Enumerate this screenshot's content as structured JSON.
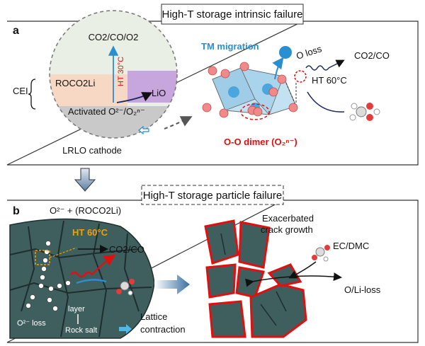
{
  "panel_a": {
    "letter": "a",
    "title": "High-T storage intrinsic failure",
    "products_top": "CO2/CO/O2",
    "ht_label": "HT 30°C",
    "cei_label": "CEI",
    "roco2li": "ROCO2Li",
    "lio": "LiO",
    "activated": "Activated O²⁻/O₂ⁿ⁻",
    "cathode": "LRLO cathode",
    "tm_migration": "TM migration",
    "o_loss": "O loss",
    "co2_co": "CO2/CO",
    "ht_60": "HT 60°C",
    "dimer": "O-O dimer (O₂ⁿ⁻)"
  },
  "panel_b": {
    "letter": "b",
    "title": "High-T storage particle failure",
    "top_formula": "O²⁻ + (ROCO2Li)",
    "ht_60": "HT 60°C",
    "co2_co": "CO2/CO",
    "o_loss": "O²⁻ loss",
    "layer": "layer",
    "rock_salt": "Rock salt",
    "lattice": "Lattice",
    "contraction": "contraction",
    "exacerbated": "Exacerbated",
    "crack_growth": "crack growth",
    "ec_dmc": "EC/DMC",
    "o_li_loss": "O/Li-loss"
  },
  "colors": {
    "grain": "#3f5f5e",
    "crack_red": "#e01010",
    "tm_blue": "#2a8fd0",
    "o_pink": "#f08a8a",
    "ht_orange": "#f0a000",
    "arrow_gray": "#555555"
  }
}
